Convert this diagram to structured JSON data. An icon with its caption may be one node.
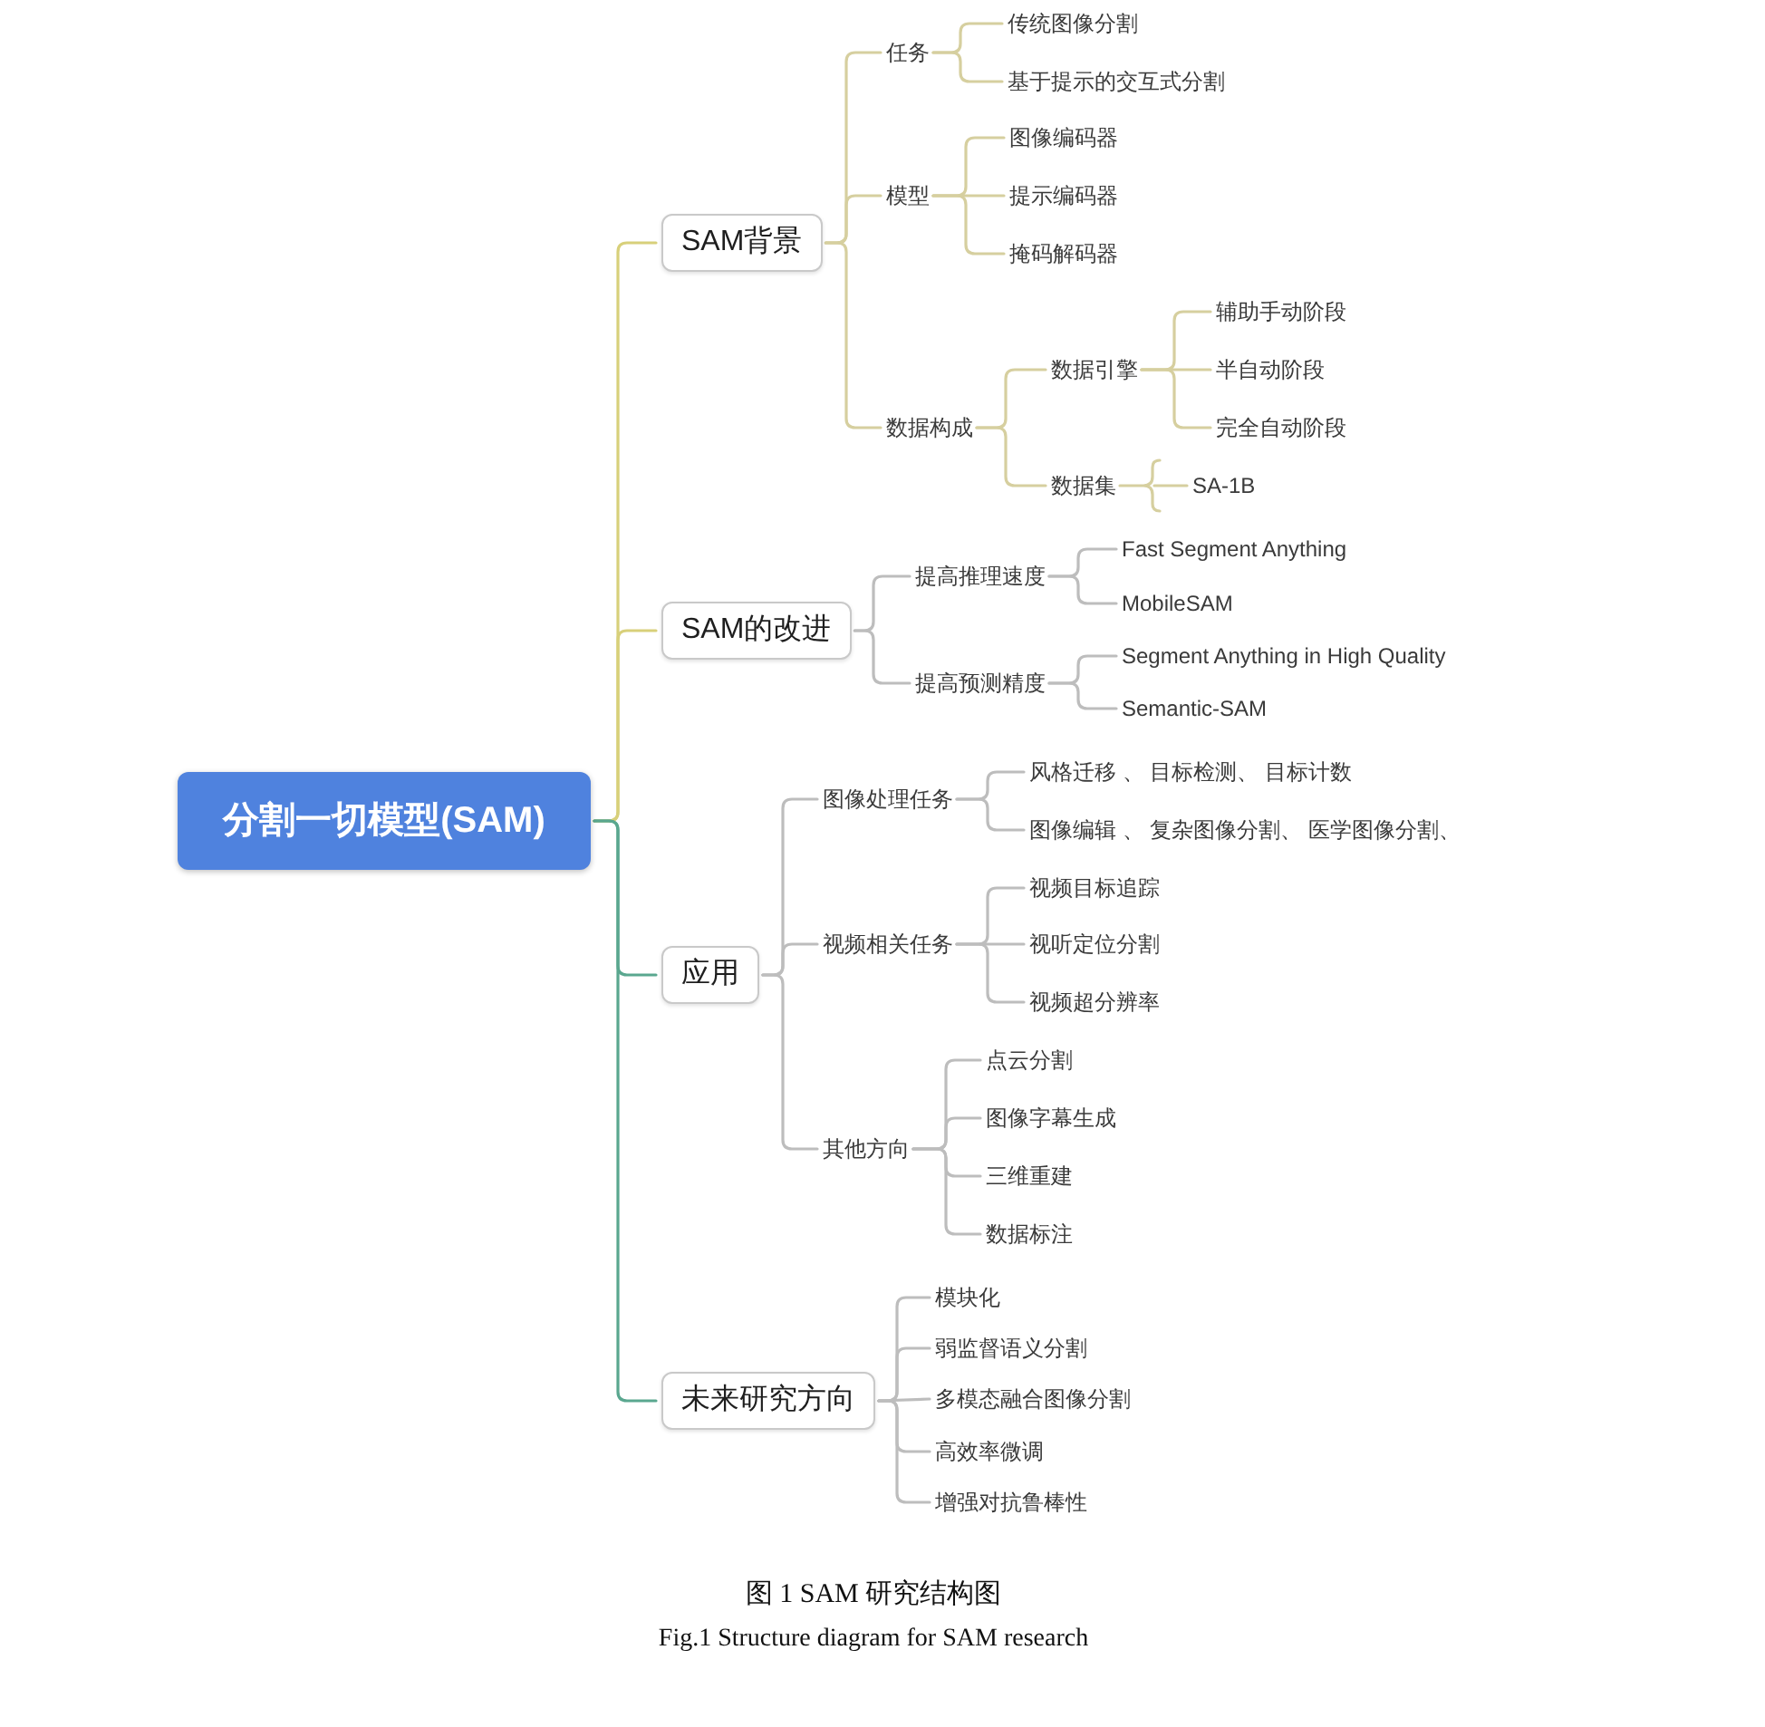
{
  "diagram": {
    "caption": "图 1 SAM 研究结构图",
    "nodes": [
      {
        "text": [
          "分割一切模型(SAM)"
        ]
      },
      {
        "text": [
          "SAM背景"
        ]
      },
      {
        "text": [
          "任务"
        ]
      },
      {
        "text": [
          "传统图像分割"
        ]
      },
      {
        "text": [
          "基于提示的交互式分割"
        ]
      },
      {
        "text": [
          "模型"
        ]
      },
      {
        "text": [
          "图像编码器"
        ]
      },
      {
        "text": [
          "提示编码器"
        ]
      },
      {
        "text": [
          "掩码解码器"
        ]
      },
      {
        "text": [
          "数据构成"
        ]
      },
      {
        "text": [
          "数据引擎"
        ]
      },
      {
        "text": [
          "辅助手动阶段"
        ]
      },
      {
        "text": [
          "半自动阶段"
        ]
      },
      {
        "text": [
          "完全自动阶段"
        ]
      },
      {
        "text": [
          "数据集"
        ]
      },
      {
        "text": [
          "SA-1B"
        ]
      },
      {
        "text": [
          "SAM的改进"
        ]
      },
      {
        "text": [
          "提高推理速度"
        ]
      },
      {
        "text": [
          "Fast Segment Anything"
        ]
      },
      {
        "text": [
          "MobileSAM"
        ]
      },
      {
        "text": [
          "提高预测精度"
        ]
      },
      {
        "text": [
          "Segment Anything in High Quality"
        ]
      },
      {
        "text": [
          "Semantic-SAM"
        ]
      },
      {
        "text": [
          "应用"
        ]
      },
      {
        "text": [
          "图像处理任务"
        ]
      },
      {
        "text": [
          "风格迁移 、 目标检测、 目标计数"
        ]
      },
      {
        "text": [
          "图像编辑 、 复杂图像分割、 医学图像分割、"
        ]
      },
      {
        "text": [
          "视频相关任务"
        ]
      },
      {
        "text": [
          "视频目标追踪"
        ]
      },
      {
        "text": [
          "视听定位分割"
        ]
      },
      {
        "text": [
          "视频超分辨率"
        ]
      },
      {
        "text": [
          "其他方向"
        ]
      },
      {
        "text": [
          "点云分割"
        ]
      },
      {
        "text": [
          "图像字幕生成"
        ]
      },
      {
        "text": [
          "三维重建"
        ]
      },
      {
        "text": [
          "数据标注"
        ]
      },
      {
        "text": [
          "未来研究方向"
        ]
      },
      {
        "text": [
          "模块化"
        ]
      },
      {
        "text": [
          "弱监督语义分割"
        ]
      },
      {
        "text": [
          "多模态融合图像分割"
        ]
      },
      {
        "text": [
          "高效率微调"
        ]
      },
      {
        "text": [
          "增强对抗鲁棒性"
        ]
      }
    ],
    "edges": [
      {
        "from": 0,
        "to": 1,
        "arrow": "none",
        "color": "#d8d07a"
      },
      {
        "from": 1,
        "to": 2,
        "arrow": "none",
        "color": "#d6cf9f"
      },
      {
        "from": 2,
        "to": 3,
        "arrow": "none",
        "color": "#d6cf9f"
      },
      {
        "from": 2,
        "to": 4,
        "arrow": "none",
        "color": "#d6cf9f"
      },
      {
        "from": 1,
        "to": 5,
        "arrow": "none",
        "color": "#d6cf9f"
      },
      {
        "from": 5,
        "to": 6,
        "arrow": "none",
        "color": "#d6cf9f"
      },
      {
        "from": 5,
        "to": 7,
        "arrow": "none",
        "color": "#d6cf9f"
      },
      {
        "from": 5,
        "to": 8,
        "arrow": "none",
        "color": "#d6cf9f"
      },
      {
        "from": 1,
        "to": 9,
        "arrow": "none",
        "color": "#d6cf9f"
      },
      {
        "from": 9,
        "to": 10,
        "arrow": "none",
        "color": "#d6cf9f"
      },
      {
        "from": 10,
        "to": 11,
        "arrow": "none",
        "color": "#d6cf9f"
      },
      {
        "from": 10,
        "to": 12,
        "arrow": "none",
        "color": "#d6cf9f"
      },
      {
        "from": 10,
        "to": 13,
        "arrow": "none",
        "color": "#d6cf9f"
      },
      {
        "from": 9,
        "to": 14,
        "arrow": "none",
        "color": "#d6cf9f"
      },
      {
        "from": 14,
        "to": 15,
        "arrow": "none",
        "color": "#d6cf9f"
      },
      {
        "from": 0,
        "to": 16,
        "arrow": "none",
        "color": "#d8d07a"
      },
      {
        "from": 16,
        "to": 17,
        "arrow": "none"
      },
      {
        "from": 17,
        "to": 18,
        "arrow": "none"
      },
      {
        "from": 17,
        "to": 19,
        "arrow": "none"
      },
      {
        "from": 16,
        "to": 20,
        "arrow": "none"
      },
      {
        "from": 20,
        "to": 21,
        "arrow": "none"
      },
      {
        "from": 20,
        "to": 22,
        "arrow": "none"
      },
      {
        "from": 0,
        "to": 23,
        "arrow": "none",
        "color": "#5aa78f"
      },
      {
        "from": 23,
        "to": 24,
        "arrow": "none"
      },
      {
        "from": 24,
        "to": 25,
        "arrow": "none"
      },
      {
        "from": 24,
        "to": 26,
        "arrow": "none"
      },
      {
        "from": 23,
        "to": 27,
        "arrow": "none"
      },
      {
        "from": 27,
        "to": 28,
        "arrow": "none"
      },
      {
        "from": 27,
        "to": 29,
        "arrow": "none"
      },
      {
        "from": 27,
        "to": 30,
        "arrow": "none"
      },
      {
        "from": 23,
        "to": 31,
        "arrow": "none"
      },
      {
        "from": 31,
        "to": 32,
        "arrow": "none"
      },
      {
        "from": 31,
        "to": 33,
        "arrow": "none"
      },
      {
        "from": 31,
        "to": 34,
        "arrow": "none"
      },
      {
        "from": 31,
        "to": 35,
        "arrow": "none"
      },
      {
        "from": 0,
        "to": 36,
        "arrow": "none",
        "color": "#5aa78f"
      },
      {
        "from": 36,
        "to": 37,
        "arrow": "none"
      },
      {
        "from": 36,
        "to": 38,
        "arrow": "none"
      },
      {
        "from": 36,
        "to": 39,
        "arrow": "none"
      },
      {
        "from": 36,
        "to": 40,
        "arrow": "none"
      },
      {
        "from": 36,
        "to": 41,
        "arrow": "none"
      }
    ],
    "labels": [
      "Fig.1 Structure diagram for SAM research"
    ]
  }
}
